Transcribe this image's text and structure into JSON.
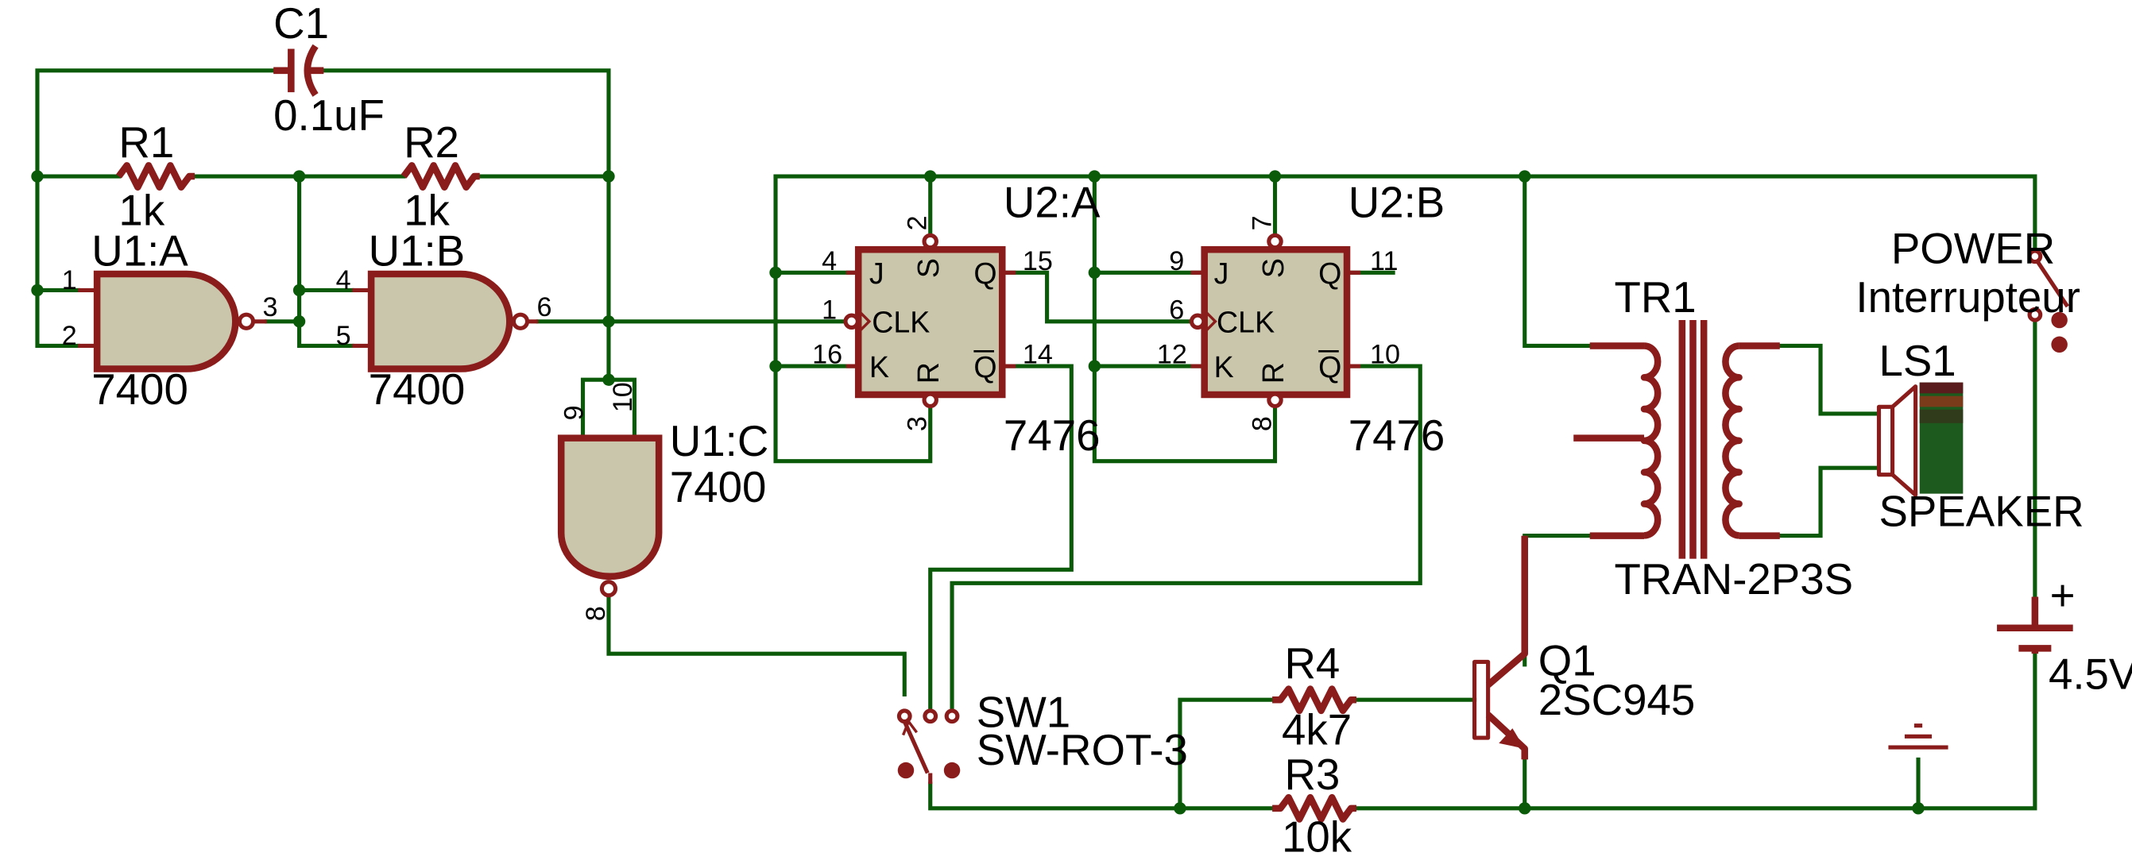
{
  "c1": {
    "ref": "C1",
    "value": "0.1uF"
  },
  "r1": {
    "ref": "R1",
    "value": "1k"
  },
  "r2": {
    "ref": "R2",
    "value": "1k"
  },
  "r3": {
    "ref": "R3",
    "value": "10k"
  },
  "r4": {
    "ref": "R4",
    "value": "4k7"
  },
  "u1a": {
    "ref": "U1:A",
    "part": "7400",
    "pins": [
      "1",
      "2",
      "3"
    ]
  },
  "u1b": {
    "ref": "U1:B",
    "part": "7400",
    "pins": [
      "4",
      "5",
      "6"
    ]
  },
  "u1c": {
    "ref": "U1:C",
    "part": "7400",
    "pins": [
      "9",
      "10",
      "8"
    ]
  },
  "u2a": {
    "ref": "U2:A",
    "part": "7476",
    "pins": {
      "j": "4",
      "clk": "1",
      "k": "16",
      "s": "2",
      "r": "3",
      "q": "15",
      "qbar": "14"
    }
  },
  "u2b": {
    "ref": "U2:B",
    "part": "7476",
    "pins": {
      "j": "9",
      "clk": "6",
      "k": "12",
      "s": "7",
      "r": "8",
      "q": "11",
      "qbar": "10"
    }
  },
  "ff_pins": {
    "j": "J",
    "s": "S",
    "q": "Q",
    "clk": "CLK",
    "k": "K",
    "r": "R",
    "qbar": "Q"
  },
  "tr1": {
    "ref": "TR1",
    "part": "TRAN-2P3S"
  },
  "ls1": {
    "ref": "LS1",
    "part": "SPEAKER"
  },
  "q1": {
    "ref": "Q1",
    "part": "2SC945"
  },
  "sw1": {
    "ref": "SW1",
    "part": "SW-ROT-3"
  },
  "power": {
    "ref": "POWER",
    "part": "Interrupteur"
  },
  "battery": {
    "plus": "+",
    "voltage": "4.5V"
  },
  "colors": {
    "wire": "#0a5a0a",
    "component": "#8b1c1c",
    "body_fill": "#c9c6ac"
  }
}
